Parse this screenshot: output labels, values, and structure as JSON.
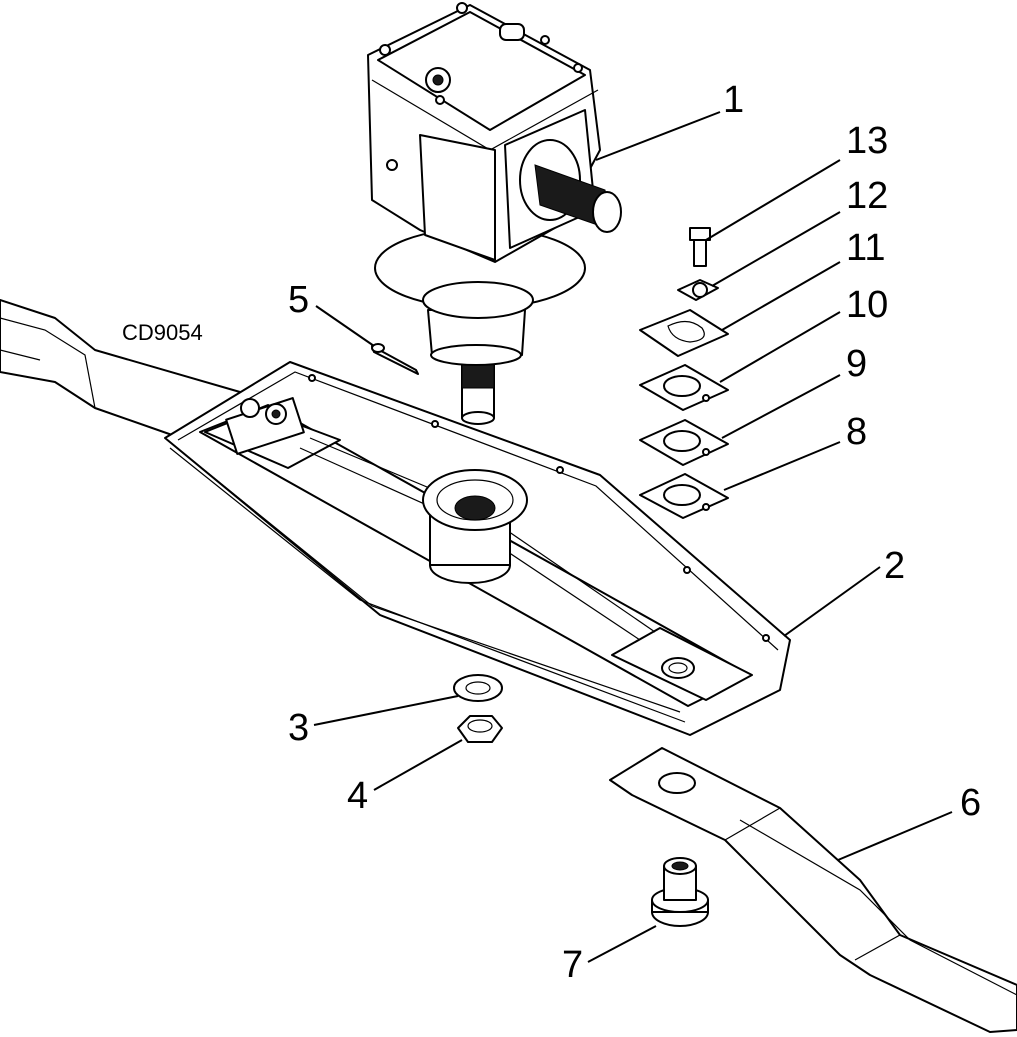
{
  "drawing": {
    "id": "CD9054"
  },
  "callouts": [
    {
      "number": "1",
      "part": "gearbox"
    },
    {
      "number": "2",
      "part": "blade-carrier"
    },
    {
      "number": "3",
      "part": "washer"
    },
    {
      "number": "4",
      "part": "slotted-nut"
    },
    {
      "number": "5",
      "part": "cotter-pin"
    },
    {
      "number": "6",
      "part": "blade"
    },
    {
      "number": "7",
      "part": "blade-bolt"
    },
    {
      "number": "8",
      "part": "shim-plate"
    },
    {
      "number": "9",
      "part": "shim-plate"
    },
    {
      "number": "10",
      "part": "shim-plate"
    },
    {
      "number": "11",
      "part": "keeper-plate"
    },
    {
      "number": "12",
      "part": "lock-washer"
    },
    {
      "number": "13",
      "part": "cap-screw"
    }
  ]
}
